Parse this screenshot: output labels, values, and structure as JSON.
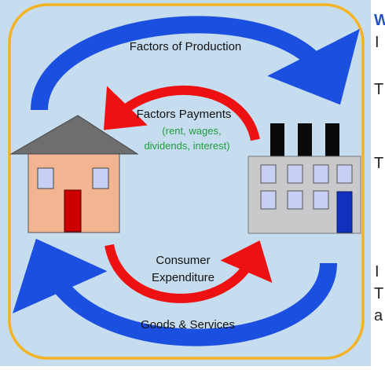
{
  "diagram": {
    "labels": {
      "factors_of_production": "Factors of Production",
      "factors_payments": "Factors Payments",
      "factors_payments_detail_1": "(rent, wages,",
      "factors_payments_detail_2": "dividends, interest)",
      "consumer": "Consumer",
      "expenditure": "Expenditure",
      "goods_services": "Goods & Services"
    },
    "colors": {
      "background": "#c6dcef",
      "frame": "#f5b324",
      "blue_arrow": "#1a4fe0",
      "red_arrow": "#ee1111",
      "green_text": "#1e9e3c",
      "roof": "#6e6e6e",
      "house_wall": "#f2b491",
      "door_red": "#cc0000",
      "window": "#c7cff5",
      "factory_wall": "#c9c9cb",
      "chimney": "#0a0a0a",
      "factory_door": "#1030c0"
    },
    "right_edge_fragments": [
      "W",
      "I",
      "T",
      "T",
      "I",
      "T",
      "a"
    ]
  }
}
